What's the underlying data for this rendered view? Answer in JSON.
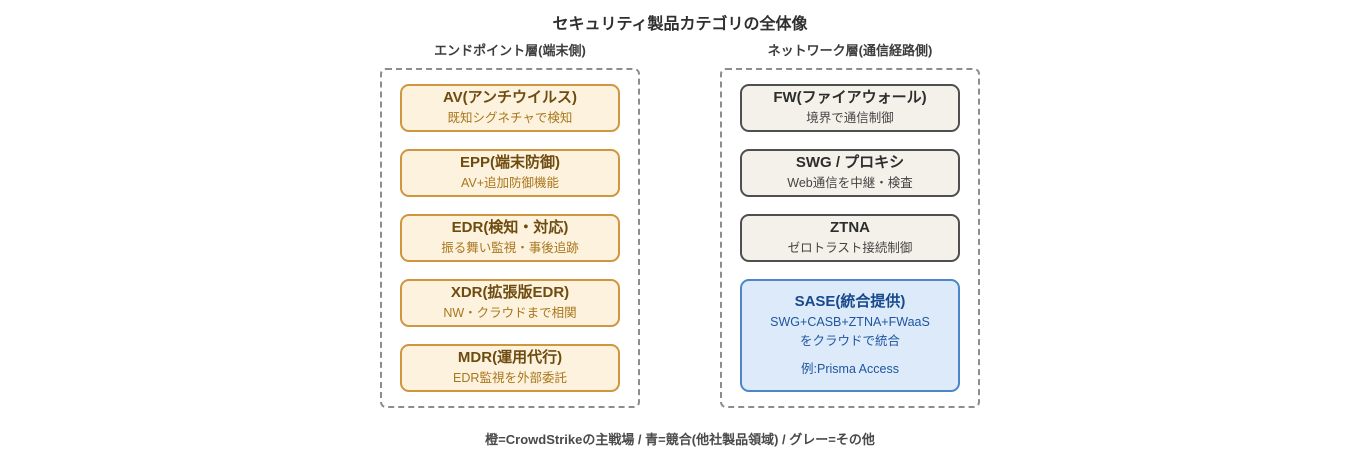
{
  "title": "セキュリティ製品カテゴリの全体像",
  "legend": "橙=CrowdStrikeの主戦場 / 青=競合(他社製品領域) / グレー=その他",
  "columns": [
    {
      "label": "エンドポイント層(端末側)",
      "boxes": [
        {
          "id": "av",
          "style": "orange",
          "title": "AV(アンチウイルス)",
          "lines": [
            "既知シグネチャで検知"
          ]
        },
        {
          "id": "epp",
          "style": "orange",
          "title": "EPP(端末防御)",
          "lines": [
            "AV+追加防御機能"
          ]
        },
        {
          "id": "edr",
          "style": "orange",
          "title": "EDR(検知・対応)",
          "lines": [
            "振る舞い監視・事後追跡"
          ]
        },
        {
          "id": "xdr",
          "style": "orange",
          "title": "XDR(拡張版EDR)",
          "lines": [
            "NW・クラウドまで相関"
          ]
        },
        {
          "id": "mdr",
          "style": "orange",
          "title": "MDR(運用代行)",
          "lines": [
            "EDR監視を外部委託"
          ]
        }
      ]
    },
    {
      "label": "ネットワーク層(通信経路側)",
      "boxes": [
        {
          "id": "fw",
          "style": "gray",
          "title": "FW(ファイアウォール)",
          "lines": [
            "境界で通信制御"
          ]
        },
        {
          "id": "swg",
          "style": "gray",
          "title": "SWG / プロキシ",
          "lines": [
            "Web通信を中継・検査"
          ]
        },
        {
          "id": "ztna",
          "style": "gray",
          "title": "ZTNA",
          "lines": [
            "ゼロトラスト接続制御"
          ]
        },
        {
          "id": "sase",
          "style": "blue",
          "title": "SASE(統合提供)",
          "lines": [
            "SWG+CASB+ZTNA+FWaaS",
            "をクラウドで統合",
            "",
            "例:Prisma Access"
          ]
        }
      ]
    }
  ],
  "colors": {
    "orange_bg": "#fdf2de",
    "orange_border": "#d0963f",
    "orange_title": "#6e4c10",
    "orange_sub": "#a9761c",
    "gray_bg": "#f4f1ea",
    "gray_border": "#4f4f4f",
    "gray_title": "#2d2d2d",
    "gray_sub": "#454545",
    "blue_bg": "#ddeafa",
    "blue_border": "#4c86c8",
    "blue_title": "#17498c",
    "blue_sub": "#1e56a0",
    "dashed_border": "#8d8d8d",
    "title_text": "#2f2f2f",
    "label_text": "#3d3d3d",
    "legend_text": "#4a4a4a"
  }
}
